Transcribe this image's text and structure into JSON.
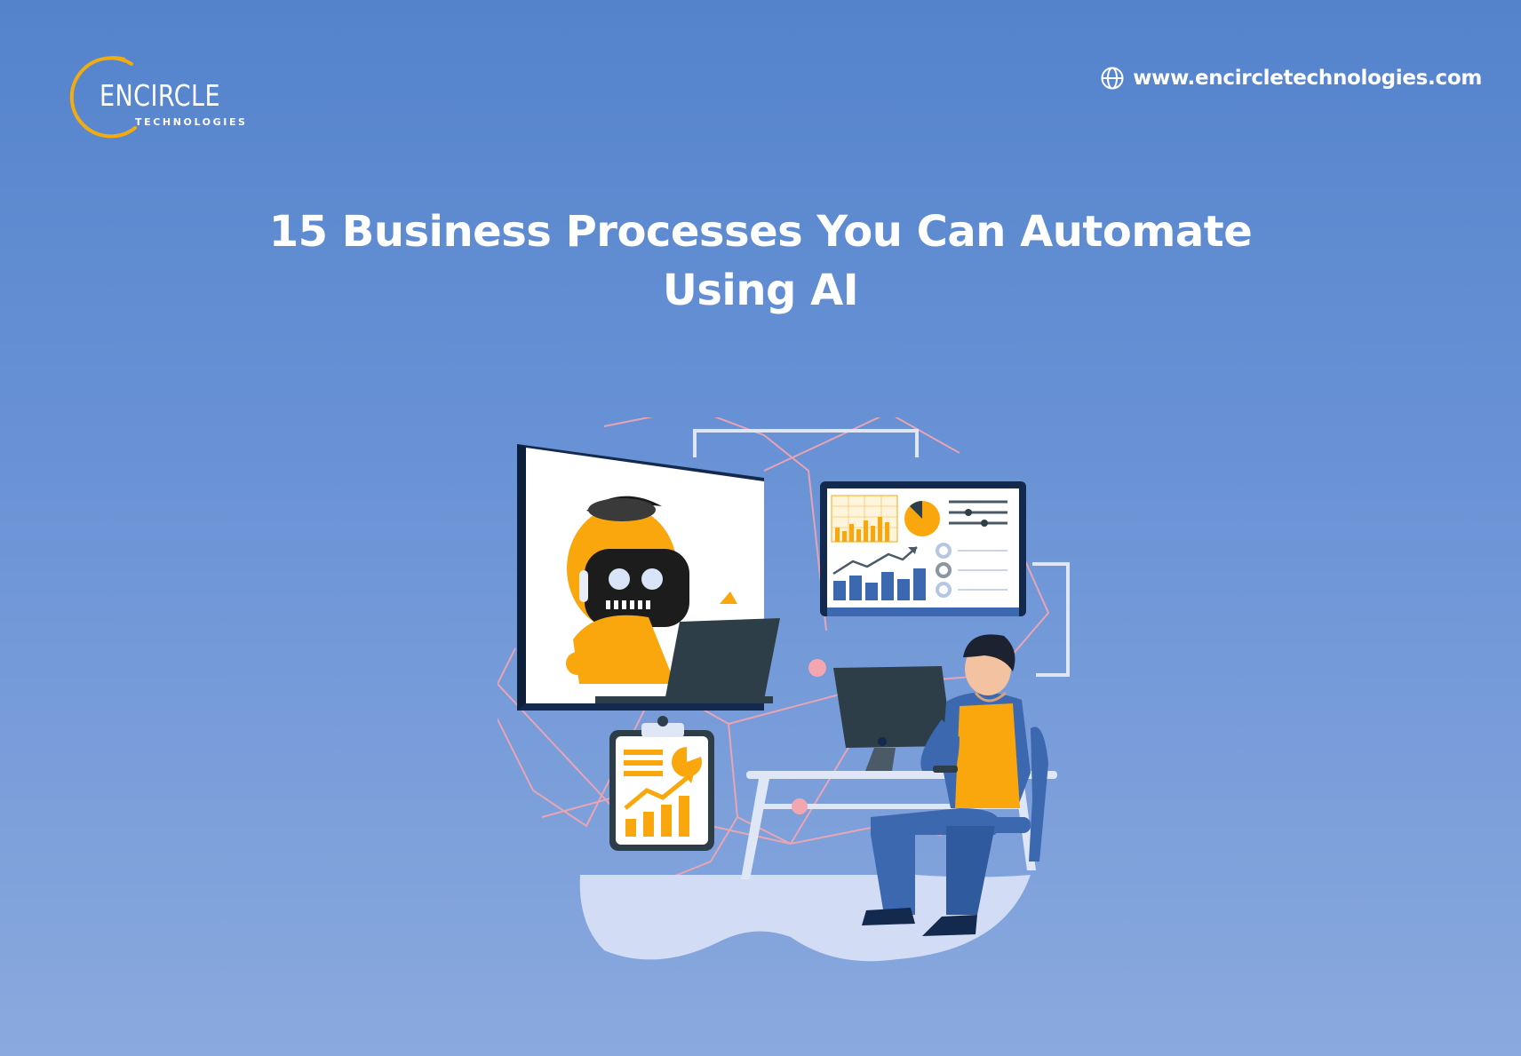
{
  "brand": {
    "name": "ENCIRCLE",
    "tagline": "TECHNOLOGIES",
    "accent": "#f1ac12"
  },
  "website": {
    "icon": "globe-icon",
    "url": "www.encircletechnologies.com"
  },
  "headline": {
    "line1": "15 Business Processes You Can Automate",
    "line2": "Using AI"
  },
  "colors": {
    "background_top": "#5483cc",
    "background_bottom": "#8aa9de",
    "robot_yellow": "#f9a70c",
    "dark_slate": "#2e3e48",
    "chart_blue": "#3c68b0"
  }
}
